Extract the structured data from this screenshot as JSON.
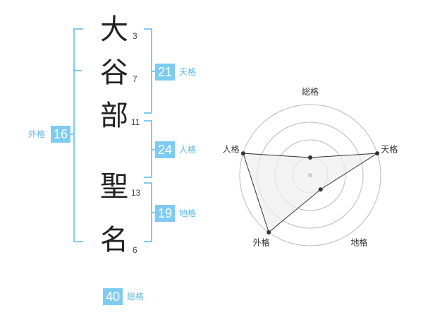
{
  "name": {
    "chars": [
      {
        "char": "大",
        "strokes": "3"
      },
      {
        "char": "谷",
        "strokes": "7"
      },
      {
        "char": "部",
        "strokes": "11"
      },
      {
        "char": "聖",
        "strokes": "13"
      },
      {
        "char": "名",
        "strokes": "6"
      }
    ]
  },
  "kaku": {
    "tenkaku": {
      "value": "21",
      "label": "天格"
    },
    "jinkaku": {
      "value": "24",
      "label": "人格"
    },
    "chikaku": {
      "value": "19",
      "label": "地格"
    },
    "gaikaku": {
      "value": "16",
      "label": "外格"
    },
    "soukaku": {
      "value": "40",
      "label": "総格"
    }
  },
  "radar": {
    "axes": [
      "総格",
      "天格",
      "地格",
      "外格",
      "人格"
    ],
    "levels": 4,
    "scores": [
      1,
      4,
      1,
      4,
      4
    ],
    "max": 4,
    "colors": {
      "ring": "#bbbbbb",
      "fill": "#eeeeee",
      "line": "#333333",
      "point": "#333333",
      "center": "#cccccc"
    }
  }
}
